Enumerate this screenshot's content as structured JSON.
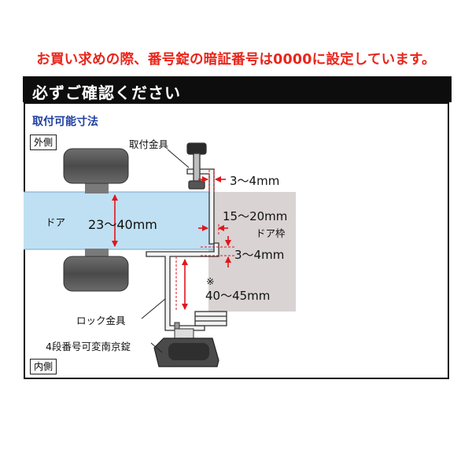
{
  "notice": "お買い求めの際、番号錠の暗証番号は0000に設定しています。",
  "banner_title": "必ずご確認ください",
  "subtitle": "取付可能寸法",
  "labels": {
    "outside": "外側",
    "inside": "内側",
    "door": "ドア",
    "door_frame": "ドア枠",
    "mount_bracket": "取付金具",
    "lock_bracket": "ロック金具",
    "padlock": "4段番号可変南京錠",
    "note_mark": "※"
  },
  "dimensions": {
    "door_thickness": "23～40mm",
    "top_gap": "3～4mm",
    "frame_gap": "15～20mm",
    "lower_gap": "3～4mm",
    "drop": "40～45mm"
  },
  "colors": {
    "notice": "#e8261c",
    "door": "#bfe0f3",
    "frame": "#d9d3d3",
    "arrow": "#e1161b",
    "handle": "#5c5c5c"
  }
}
